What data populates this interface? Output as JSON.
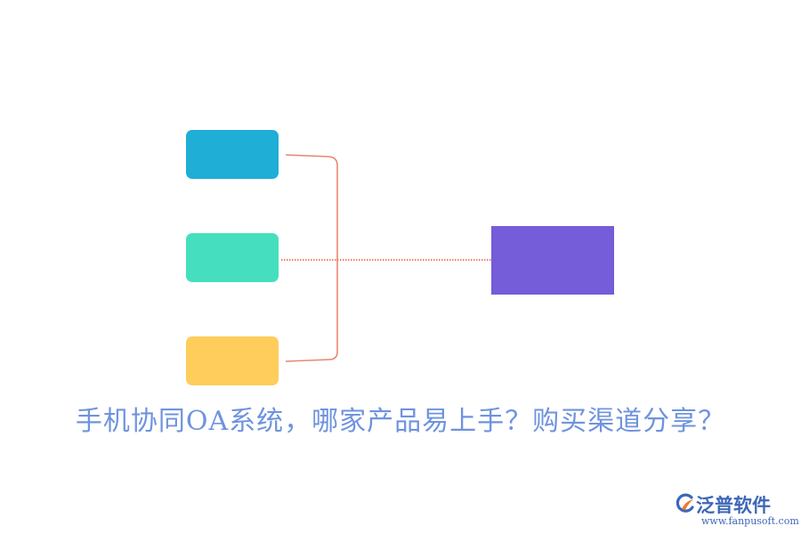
{
  "colors": {
    "node_top": "#1eaed6",
    "node_mid": "#45dfc0",
    "node_bottom": "#fecd5b",
    "node_target": "#755cd8",
    "connector": "#e8876f",
    "caption": "#6f93de",
    "logo_text": "#3d67b8",
    "logo_accent": "#ef7a2e"
  },
  "diagram": {
    "nodes": [
      {
        "id": "top",
        "label": ""
      },
      {
        "id": "middle",
        "label": ""
      },
      {
        "id": "bottom",
        "label": ""
      },
      {
        "id": "target",
        "label": ""
      }
    ],
    "edges": [
      {
        "from": "top",
        "to": "target"
      },
      {
        "from": "middle",
        "to": "target"
      },
      {
        "from": "bottom",
        "to": "target"
      }
    ]
  },
  "caption": "手机协同OA系统，哪家产品易上手？购买渠道分享？",
  "logo": {
    "icon": "fanpu-logo-icon",
    "name": "泛普软件",
    "url": "www.fanpusoft.com"
  }
}
